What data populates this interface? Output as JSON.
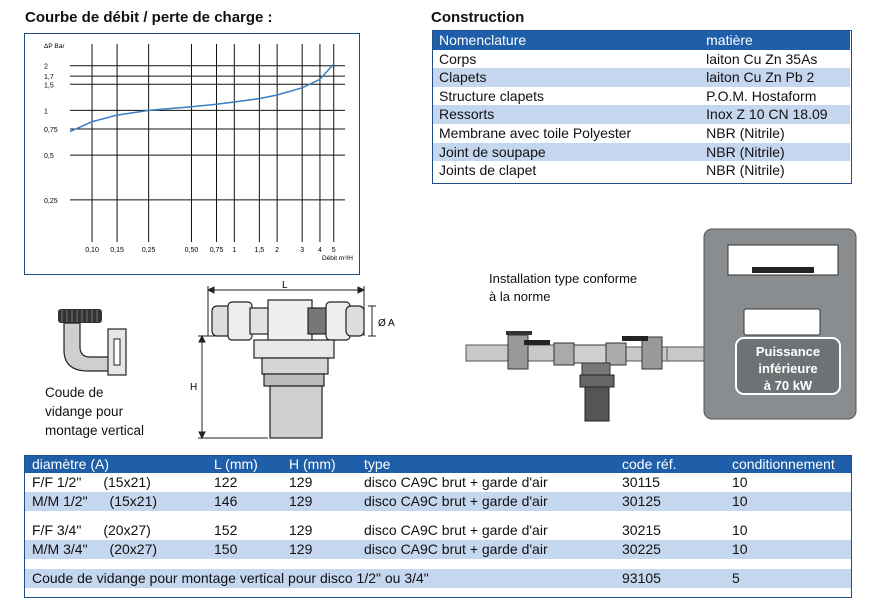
{
  "chart_title": "Courbe de débit / perte de charge :",
  "construction_title": "Construction",
  "construction": {
    "headers": [
      "Nomenclature",
      "matière"
    ],
    "rows": [
      [
        "Corps",
        "laiton Cu Zn 35As"
      ],
      [
        "Clapets",
        "laiton Cu Zn Pb 2"
      ],
      [
        "Structure clapets",
        "P.O.M. Hostaform"
      ],
      [
        "Ressorts",
        "Inox Z 10 CN 18.09"
      ],
      [
        "Membrane avec toile Polyester",
        "NBR (Nitrile)"
      ],
      [
        "Joint de soupape",
        "NBR (Nitrile)"
      ],
      [
        "Joints de clapet",
        "NBR (Nitrile)"
      ]
    ]
  },
  "chart_data": {
    "type": "line",
    "title": "",
    "xlabel": "Débit m³/H",
    "ylabel": "ΔP Bar",
    "x_scale": "log",
    "y_scale": "log",
    "xlim": [
      0.07,
      6
    ],
    "ylim": [
      0.13,
      2.8
    ],
    "x_ticks": [
      "0,10",
      "0,15",
      "0,25",
      "0,50",
      "0,75",
      "1",
      "1,5",
      "2",
      "3",
      "4",
      "5"
    ],
    "x_tick_values": [
      0.1,
      0.15,
      0.25,
      0.5,
      0.75,
      1,
      1.5,
      2,
      3,
      4,
      5
    ],
    "y_ticks": [
      "2",
      "1,7",
      "1,5",
      "1",
      "0,75",
      "0,5",
      "0,25"
    ],
    "y_tick_values": [
      2,
      1.7,
      1.5,
      1,
      0.75,
      0.5,
      0.25
    ],
    "grid": true,
    "series": [
      {
        "x": [
          0.07,
          0.1,
          0.15,
          0.25,
          0.5,
          0.75,
          1,
          1.5,
          2,
          3,
          4,
          5
        ],
        "y": [
          0.72,
          0.84,
          0.93,
          1.0,
          1.06,
          1.1,
          1.14,
          1.2,
          1.27,
          1.42,
          1.62,
          2.05
        ]
      }
    ]
  },
  "coude_caption": [
    "Coude de",
    "vidange pour",
    "montage vertical"
  ],
  "dim_labels": {
    "L": "L",
    "H": "H",
    "A": "Ø A"
  },
  "install_caption": [
    "Installation type conforme",
    "à la norme"
  ],
  "boiler_label": [
    "Puissance",
    "inférieure",
    "à 70 kW"
  ],
  "products": {
    "headers": [
      "diamètre (A)",
      "L (mm)",
      "H (mm)",
      "type",
      "code réf.",
      "conditionnement"
    ],
    "rows": [
      {
        "d1": "F/F  1/2\"",
        "d2": "(15x21)",
        "L": "122",
        "H": "129",
        "type": "disco CA9C brut + garde d'air",
        "code": "30115",
        "cond": "10"
      },
      {
        "d1": "M/M  1/2\"",
        "d2": "(15x21)",
        "L": "146",
        "H": "129",
        "type": "disco CA9C brut + garde d'air",
        "code": "30125",
        "cond": "10"
      },
      {
        "d1": "F/F  3/4\"",
        "d2": "(20x27)",
        "L": "152",
        "H": "129",
        "type": "disco CA9C brut + garde d'air",
        "code": "30215",
        "cond": "10"
      },
      {
        "d1": "M/M  3/4\"",
        "d2": "(20x27)",
        "L": "150",
        "H": "129",
        "type": "disco CA9C brut + garde d'air",
        "code": "30225",
        "cond": "10"
      }
    ],
    "footer": {
      "text": "Coude de vidange pour montage vertical pour disco 1/2\" ou 3/4\"",
      "code": "93105",
      "cond": "5"
    }
  },
  "colors": {
    "accent": "#1f5ea8",
    "alt_row": "#c5d7ef",
    "curve": "#3a7fc4",
    "boiler": "#8a8d90"
  }
}
